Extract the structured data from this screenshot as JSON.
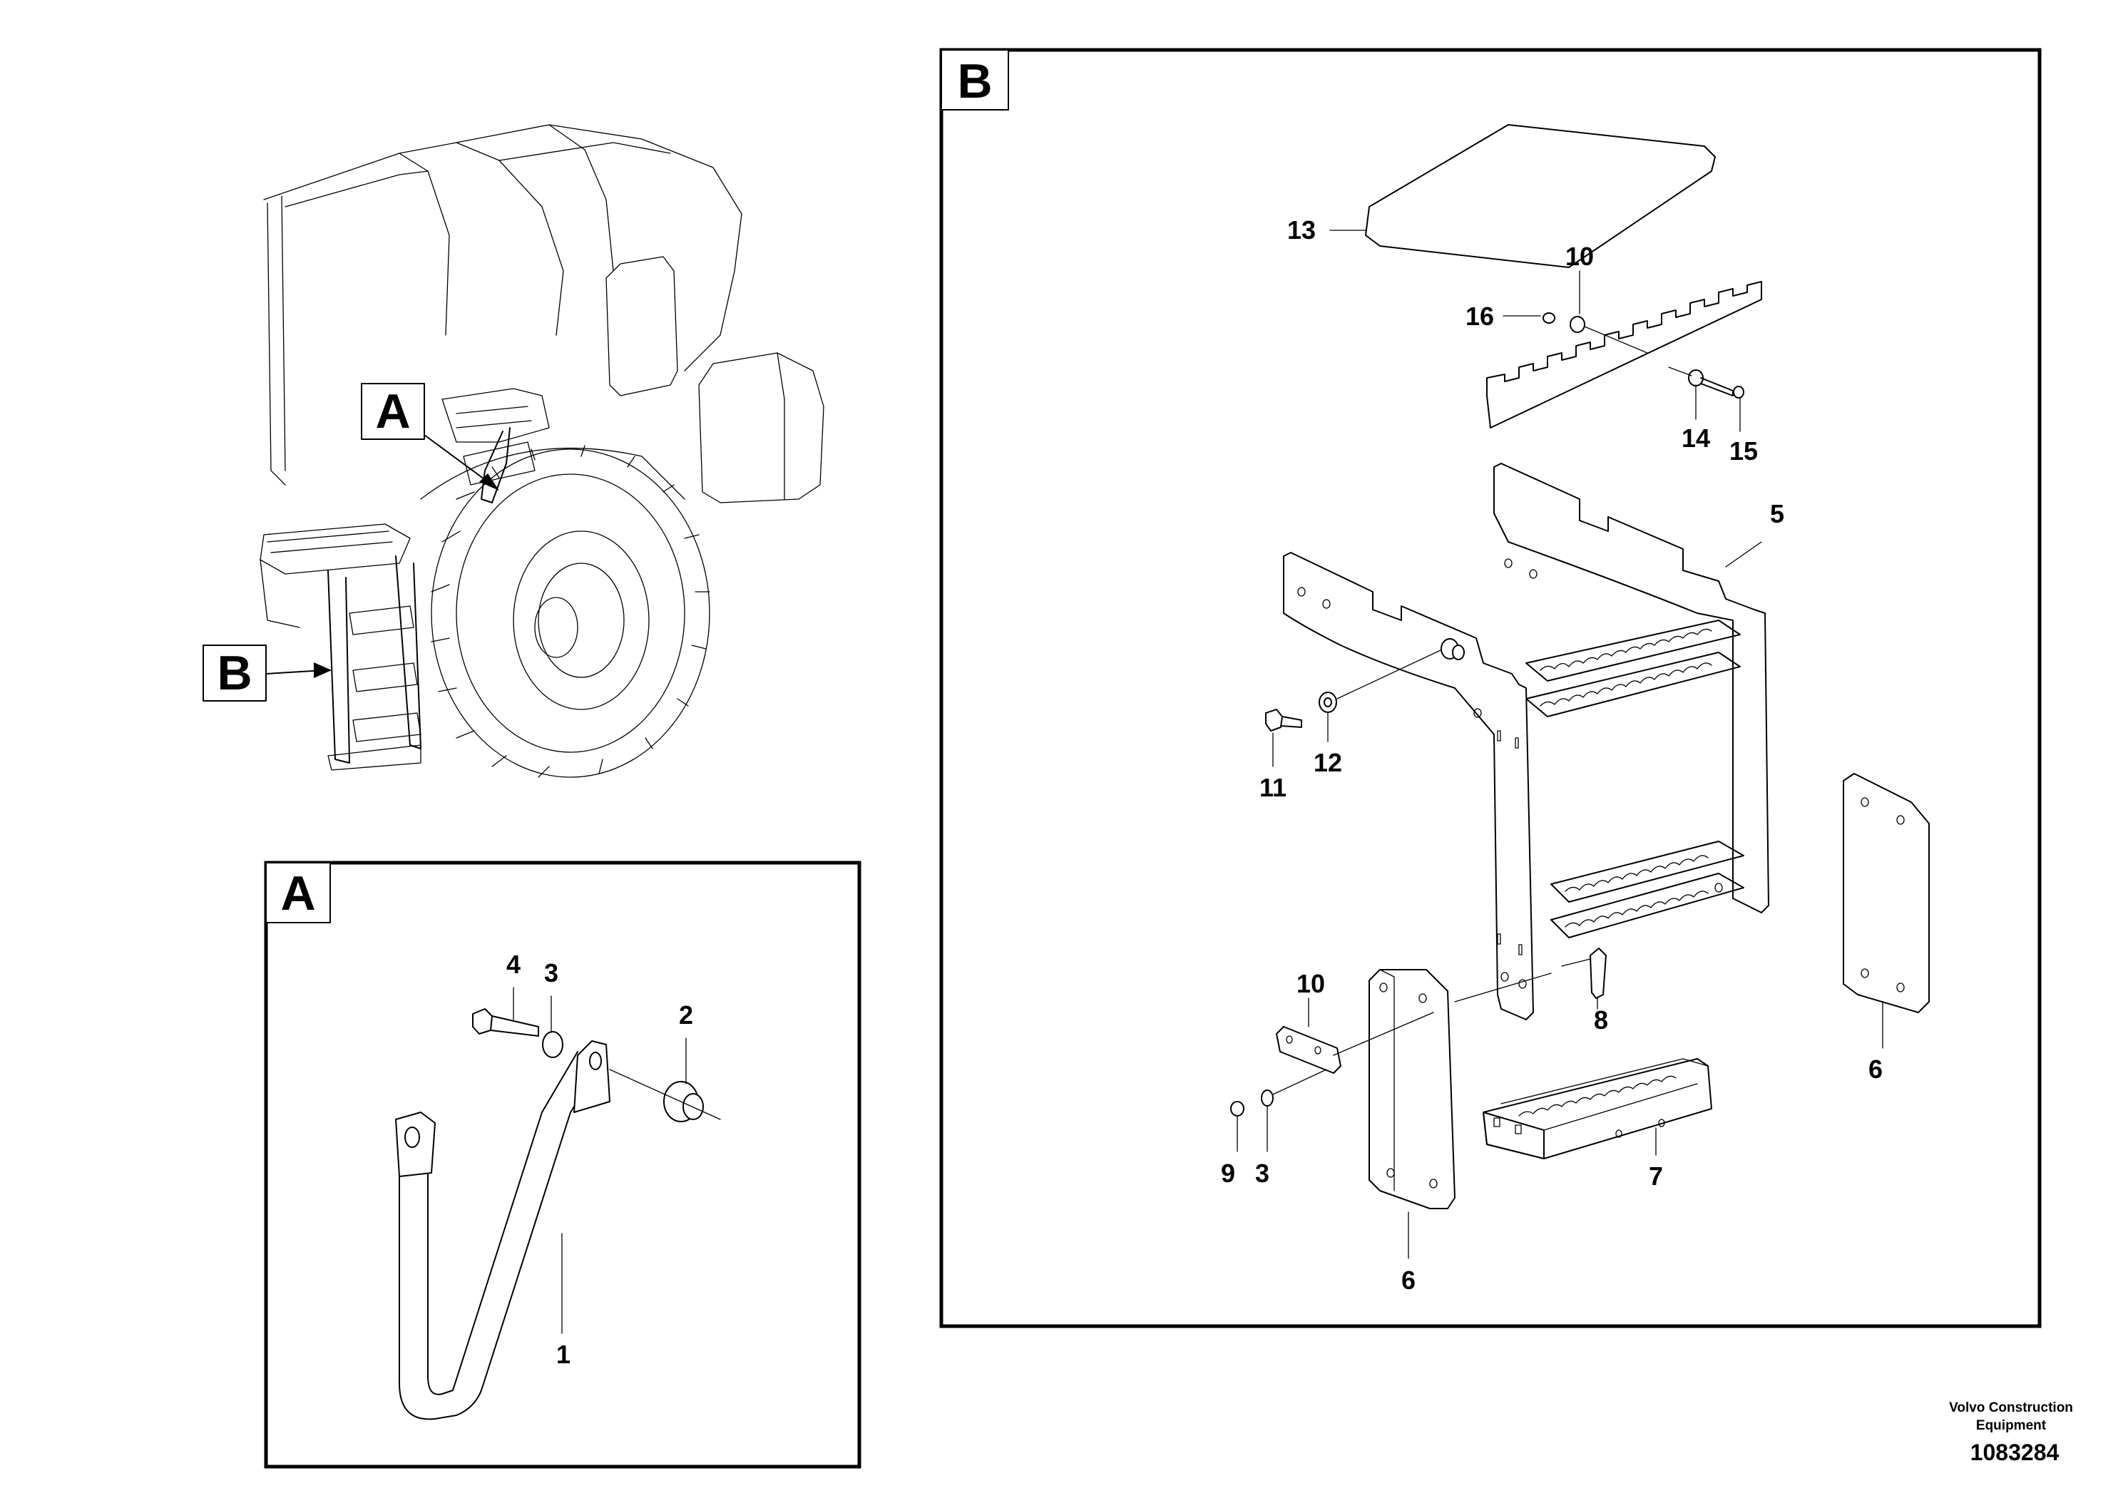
{
  "views": {
    "overview": {
      "callout_a": "A",
      "callout_b": "B"
    },
    "detail_a": {
      "title": "A",
      "labels": [
        "4",
        "3",
        "2",
        "1"
      ]
    },
    "detail_b": {
      "title": "B",
      "labels": [
        "13",
        "10",
        "16",
        "14",
        "15",
        "5",
        "11",
        "12",
        "10",
        "8",
        "9",
        "3",
        "7",
        "6",
        "6"
      ]
    }
  },
  "footer": {
    "company_line1": "Volvo Construction",
    "company_line2": "Equipment",
    "drawing_id": "1083284"
  }
}
